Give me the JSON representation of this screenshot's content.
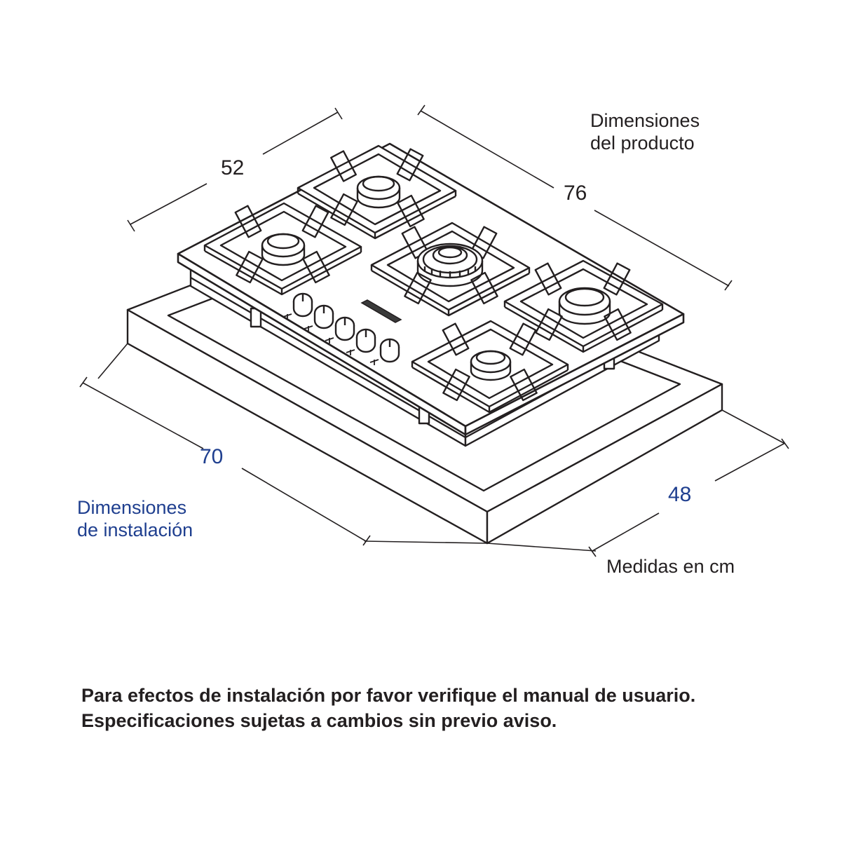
{
  "product_dimensions": {
    "caption_line1": "Dimensiones",
    "caption_line2": "del producto",
    "depth": "52",
    "width": "76"
  },
  "installation_dimensions": {
    "caption_line1": "Dimensiones",
    "caption_line2": "de instalación",
    "width": "70",
    "depth": "48"
  },
  "units_note": "Medidas en cm",
  "footer": {
    "line1": "Para efectos de instalación por favor verifique el manual de usuario.",
    "line2": "Especificaciones sujetas a cambios sin previo aviso."
  },
  "colors": {
    "line": "#231f20",
    "installation_text": "#1f3f8f",
    "product_text": "#231f20"
  }
}
